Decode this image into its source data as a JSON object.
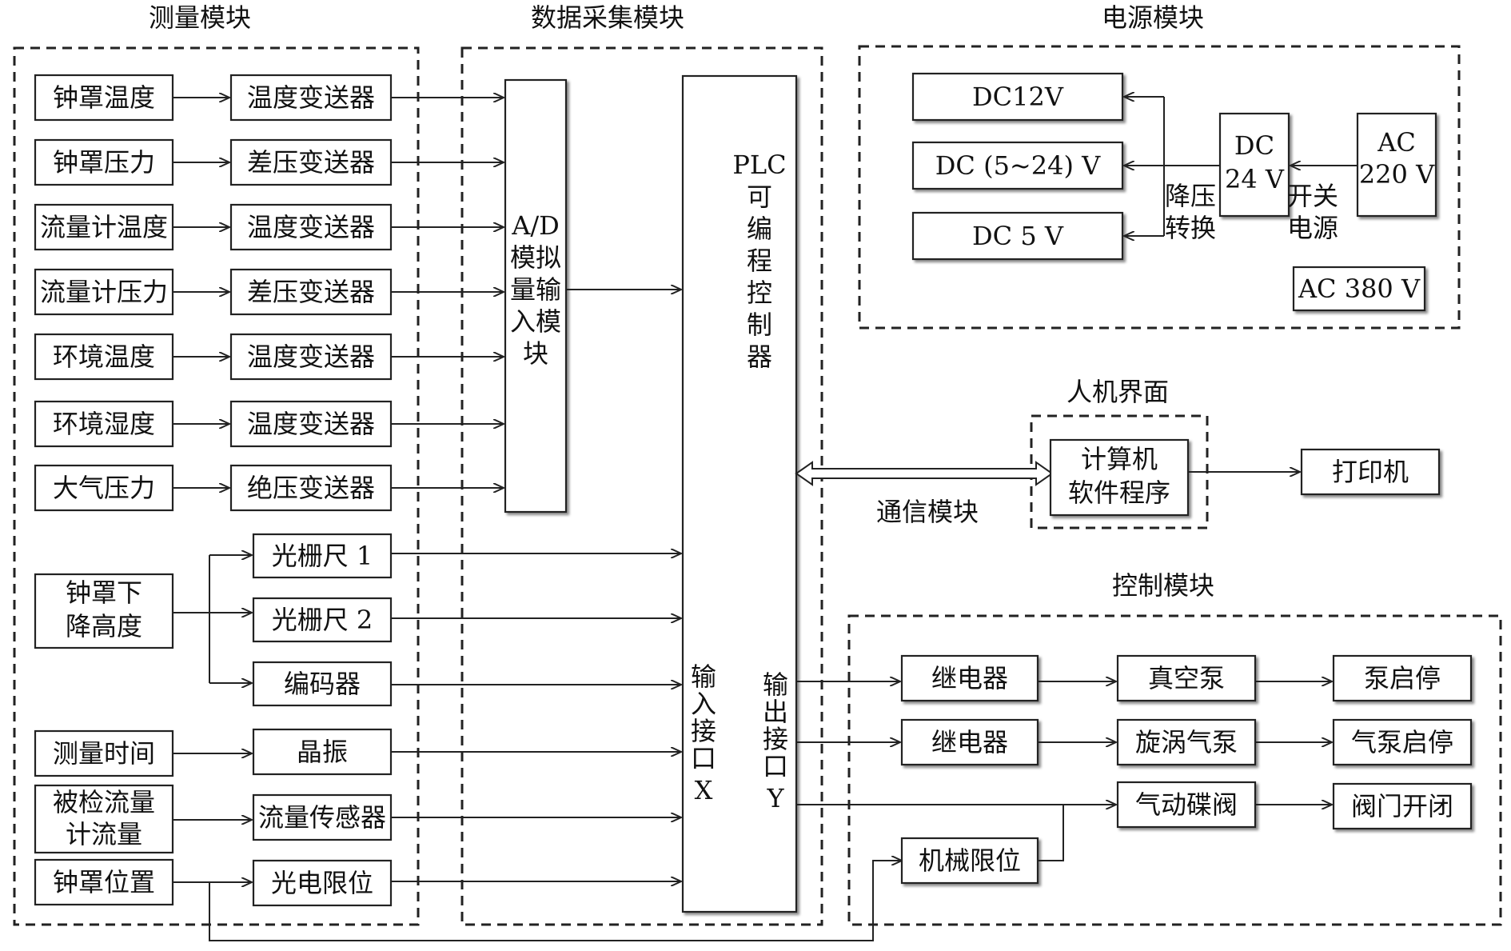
{
  "sections": {
    "measurement": "测量模块",
    "acquisition": "数据采集模块",
    "power": "电源模块",
    "hmi": "人机界面",
    "control": "控制模块"
  },
  "sensors": [
    {
      "label": "钟罩温度",
      "transmitter": "温度变送器"
    },
    {
      "label": "钟罩压力",
      "transmitter": "差压变送器"
    },
    {
      "label": "流量计温度",
      "transmitter": "温度变送器"
    },
    {
      "label": "流量计压力",
      "transmitter": "差压变送器"
    },
    {
      "label": "环境温度",
      "transmitter": "温度变送器"
    },
    {
      "label": "环境湿度",
      "transmitter": "温度变送器"
    },
    {
      "label": "大气压力",
      "transmitter": "绝压变送器"
    }
  ],
  "bell_drop": {
    "label_lines": [
      "钟罩下",
      "降高度"
    ],
    "devices": [
      "光栅尺 1",
      "光栅尺 2",
      "编码器"
    ]
  },
  "time": {
    "label": "测量时间",
    "device": "晶振"
  },
  "flow": {
    "label_lines": [
      "被检流量",
      "计流量"
    ],
    "device": "流量传感器"
  },
  "position": {
    "label": "钟罩位置",
    "device": "光电限位"
  },
  "ad_module": {
    "lines": [
      "A/D",
      "模拟",
      "量输",
      "入模",
      "块"
    ]
  },
  "plc": {
    "title_lines": [
      "PLC",
      "可",
      "编",
      "程",
      "控",
      "制",
      "器"
    ],
    "input_lines": [
      "输",
      "入",
      "接",
      "口",
      "X"
    ],
    "output_lines": [
      "输",
      "出",
      "接",
      "口",
      "Y"
    ]
  },
  "power": {
    "dc12": "DC12V",
    "dc5_24": "DC (5~24) V",
    "dc5": "DC 5 V",
    "dc24_lines": [
      "DC",
      "24 V"
    ],
    "ac220_lines": [
      "AC",
      "220 V"
    ],
    "ac380": "AC 380 V",
    "buck_lines": [
      "降压",
      "转换"
    ],
    "switch_lines": [
      "开关",
      "电源"
    ]
  },
  "comm_label": "通信模块",
  "computer_lines": [
    "计算机",
    "软件程序"
  ],
  "printer": "打印机",
  "control": {
    "relay1": "继电器",
    "relay2": "继电器",
    "vacuum_pump": "真空泵",
    "vortex_pump": "旋涡气泵",
    "butterfly_valve": "气动碟阀",
    "mech_limit": "机械限位",
    "pump_start_stop": "泵启停",
    "air_pump_start_stop": "气泵启停",
    "valve_open_close": "阀门开闭"
  }
}
